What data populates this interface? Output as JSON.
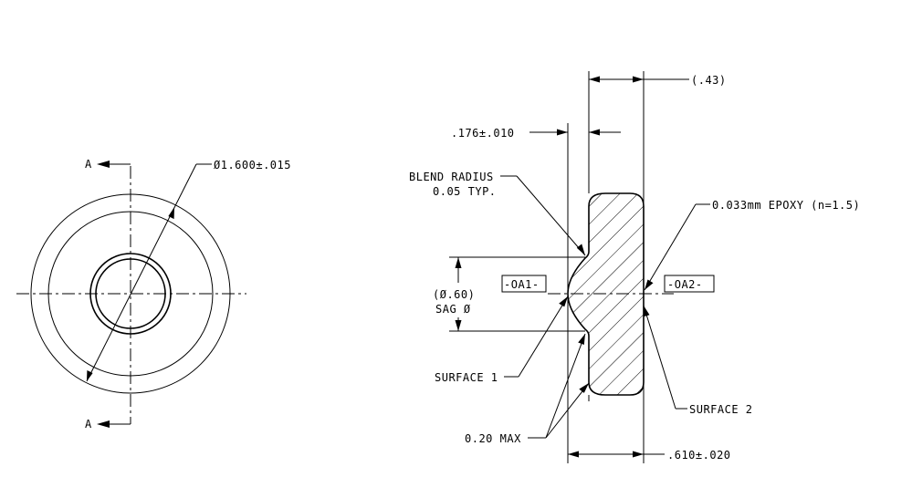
{
  "front_view": {
    "section_label_top": "A",
    "section_label_bottom": "A",
    "diameter_callout": "Ø1.600±.015"
  },
  "side_view": {
    "width_paren": "(.43)",
    "thickness_callout": ".176±.010",
    "blend_radius_line1": "BLEND RADIUS",
    "blend_radius_line2": "0.05 TYP.",
    "epoxy_callout": "0.033mm EPOXY (n=1.5)",
    "datum_oa1": "-OA1-",
    "datum_oa2": "-OA2-",
    "sag_dia": "(Ø.60)",
    "sag_label": "SAG Ø",
    "surface1": "SURFACE 1",
    "surface2": "SURFACE 2",
    "max_callout": "0.20 MAX",
    "overall_width": ".610±.020"
  }
}
